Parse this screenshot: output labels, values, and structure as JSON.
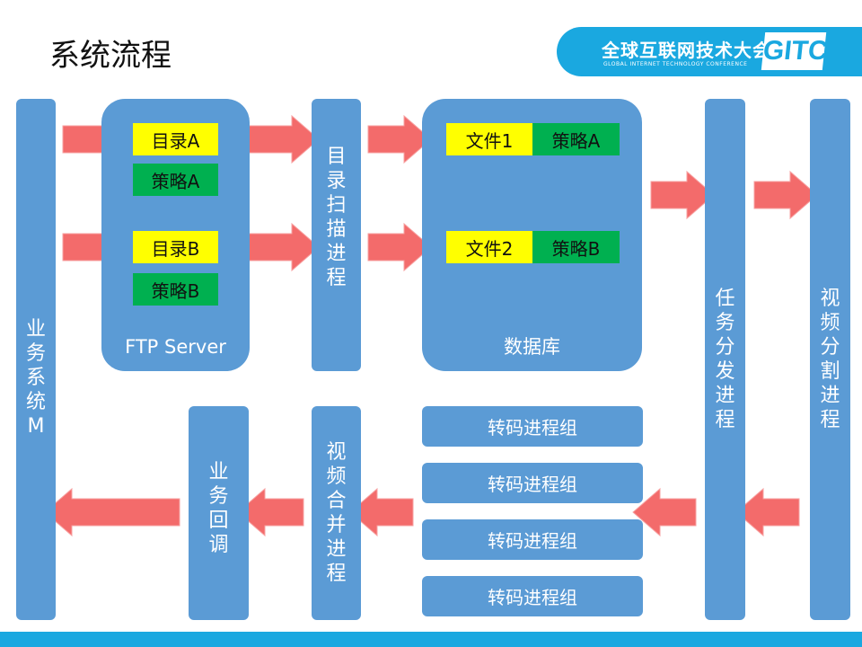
{
  "title": "系统流程",
  "banner": {
    "cn": "全球互联网技术大会",
    "en": "GLOBAL INTERNET TECHNOLOGY CONFERENCE",
    "logo": "GITC"
  },
  "business_system": "业务系统M",
  "ftp": {
    "label": "FTP Server",
    "dir_a": "目录A",
    "policy_a": "策略A",
    "dir_b": "目录B",
    "policy_b": "策略B"
  },
  "dir_scan": "目录扫描进程",
  "database": {
    "label": "数据库",
    "file1": "文件1",
    "policy_a": "策略A",
    "file2": "文件2",
    "policy_b": "策略B"
  },
  "task_dispatch": "任务分发进程",
  "video_split": "视频分割进程",
  "transcode_groups": [
    "转码进程组",
    "转码进程组",
    "转码进程组",
    "转码进程组"
  ],
  "video_merge": "视频合并进程",
  "callback": "业务回调",
  "colors": {
    "box": "#5b9bd5",
    "arrow": "#f36b6b",
    "yellow": "#ffff00",
    "green": "#00b050",
    "accent": "#1aa8e0"
  }
}
